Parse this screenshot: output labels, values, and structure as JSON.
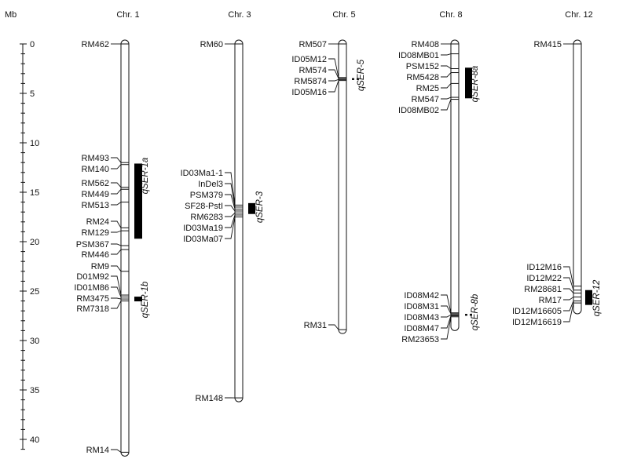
{
  "scale": {
    "unit": "Mb",
    "max": 41,
    "labels": [
      "0",
      "5",
      "10",
      "15",
      "20",
      "25",
      "30",
      "35",
      "40"
    ]
  },
  "style": {
    "ink": "#111111",
    "qtl_bar": "#000000",
    "chromosome_fill": "#ffffff"
  },
  "chromosomes": [
    {
      "id": "chr1",
      "title": "Chr. 1",
      "length": 41.3,
      "markers": [
        {
          "name": "RM462",
          "pos": 0
        },
        {
          "name": "RM493",
          "pos": 12.0
        },
        {
          "name": "RM140",
          "pos": 12.2
        },
        {
          "name": "RM562",
          "pos": 14.5
        },
        {
          "name": "RM449",
          "pos": 14.7
        },
        {
          "name": "RM513",
          "pos": 16.0
        },
        {
          "name": "RM24",
          "pos": 18.6
        },
        {
          "name": "RM129",
          "pos": 18.9
        },
        {
          "name": "PSM367",
          "pos": 20.4
        },
        {
          "name": "RM446",
          "pos": 20.8
        },
        {
          "name": "RM9",
          "pos": 23.0
        },
        {
          "name": "D01M92",
          "pos": 25.4
        },
        {
          "name": "ID01M86",
          "pos": 25.6
        },
        {
          "name": "RM3475",
          "pos": 25.8
        },
        {
          "name": "RM7318",
          "pos": 26.0
        },
        {
          "name": "RM14",
          "pos": 41.3
        }
      ],
      "qtls": [
        {
          "name": "qSER-1a",
          "start": 12.1,
          "end": 19.7
        },
        {
          "name": "qSER-1b",
          "start": 25.6,
          "end": 26.0
        }
      ]
    },
    {
      "id": "chr3",
      "title": "Chr. 3",
      "length": 35.8,
      "markers": [
        {
          "name": "RM60",
          "pos": 0
        },
        {
          "name": "ID03Ma1-1",
          "pos": 16.3
        },
        {
          "name": "InDel3",
          "pos": 16.5
        },
        {
          "name": "PSM379",
          "pos": 16.7
        },
        {
          "name": "SF28-PstI",
          "pos": 16.9
        },
        {
          "name": "RM6283",
          "pos": 17.1
        },
        {
          "name": "ID03Ma19",
          "pos": 17.3
        },
        {
          "name": "ID03Ma07",
          "pos": 17.5
        },
        {
          "name": "RM148",
          "pos": 35.8
        }
      ],
      "qtls": [
        {
          "name": "qSER-3",
          "start": 16.1,
          "end": 17.2
        }
      ]
    },
    {
      "id": "chr5",
      "title": "Chr. 5",
      "length": 28.9,
      "markers": [
        {
          "name": "RM507",
          "pos": 0
        },
        {
          "name": "ID05M12",
          "pos": 3.4
        },
        {
          "name": "RM574",
          "pos": 3.5
        },
        {
          "name": "RM5874",
          "pos": 3.6
        },
        {
          "name": "ID05M16",
          "pos": 3.7
        },
        {
          "name": "RM31",
          "pos": 28.9
        }
      ],
      "qtls": [
        {
          "name": "qSER-5",
          "start": 3.45,
          "end": 3.65
        }
      ]
    },
    {
      "id": "chr8",
      "title": "Chr. 8",
      "length": 28.6,
      "markers": [
        {
          "name": "RM408",
          "pos": 0
        },
        {
          "name": "ID08MB01",
          "pos": 1.0
        },
        {
          "name": "PSM152",
          "pos": 2.5
        },
        {
          "name": "RM5428",
          "pos": 2.9
        },
        {
          "name": "RM25",
          "pos": 4.0
        },
        {
          "name": "RM547",
          "pos": 5.4
        },
        {
          "name": "ID08MB02",
          "pos": 5.6
        },
        {
          "name": "ID08M42",
          "pos": 27.2
        },
        {
          "name": "ID08M31",
          "pos": 27.3
        },
        {
          "name": "ID08M43",
          "pos": 27.4
        },
        {
          "name": "ID08M47",
          "pos": 27.5
        },
        {
          "name": "RM23653",
          "pos": 27.6
        }
      ],
      "qtls": [
        {
          "name": "qSER-8a",
          "start": 2.4,
          "end": 5.5
        },
        {
          "name": "qSER-8b",
          "start": 27.3,
          "end": 27.5
        }
      ]
    },
    {
      "id": "chr12",
      "title": "Chr. 12",
      "length": 26.9,
      "markers": [
        {
          "name": "RM415",
          "pos": 0
        },
        {
          "name": "ID12M16",
          "pos": 24.5
        },
        {
          "name": "ID12M22",
          "pos": 24.9
        },
        {
          "name": "RM28681",
          "pos": 25.2
        },
        {
          "name": "RM17",
          "pos": 25.6
        },
        {
          "name": "ID12M16605",
          "pos": 26.0
        },
        {
          "name": "ID12M16619",
          "pos": 26.2
        }
      ],
      "qtls": [
        {
          "name": "qSER-12",
          "start": 24.9,
          "end": 26.4
        }
      ]
    }
  ]
}
